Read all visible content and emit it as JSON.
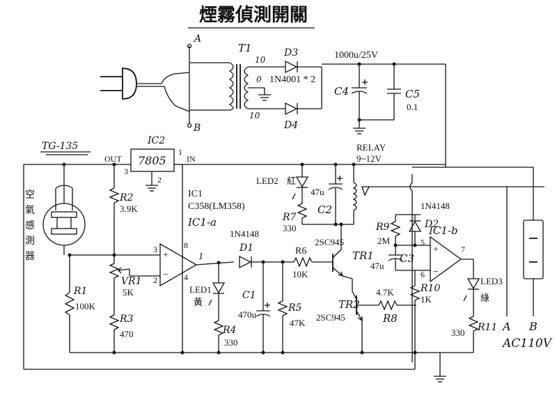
{
  "title": "煙霧偵測開關",
  "colors": {
    "ink": "#111111",
    "paper": "#ffffff"
  },
  "power": {
    "terminal_a": "A",
    "terminal_b": "B",
    "transformer": "T1",
    "tap_top": "10",
    "tap_mid": "0",
    "tap_bot": "10",
    "diode_top": "D3",
    "diode_bot": "D4",
    "diode_part": "1N4001 * 2",
    "cap_main": "1000u/25V",
    "c4": "C4",
    "c5": "C5",
    "c5_value": "0.1"
  },
  "regulator": {
    "sensor_model": "TG-135",
    "ic2": "IC2",
    "part": "7805",
    "out": "OUT",
    "in": "IN",
    "pin1": "1",
    "pin2": "2",
    "pin3": "3"
  },
  "sensor": {
    "label": "空氣感測器"
  },
  "left_network": {
    "r1": "R1",
    "r1_value": "100K",
    "r2": "R2",
    "r2_value": "3.9K",
    "vr1": "VR1",
    "vr1_value": "5K",
    "r3": "R3",
    "r3_value": "470"
  },
  "ic1": {
    "name": "IC1",
    "part": "C358(LM358)",
    "section": "IC1-a",
    "pin_plus": "3",
    "pin_minus": "2",
    "pin_v": "8",
    "pin_gnd": "4",
    "pin_out": "1"
  },
  "mid_network": {
    "d1_part": "1N4148",
    "d1": "D1",
    "led1": "LED1",
    "led1_color": "黃",
    "r4": "R4",
    "r4_value": "330",
    "c1": "C1",
    "c1_value": "470u",
    "r5": "R5",
    "r5_value": "47K",
    "r6": "R6",
    "r6_value": "10K"
  },
  "relay_side": {
    "led2": "LED2",
    "led2_color": "紅",
    "c2_value": "47u",
    "c2": "C2",
    "r7": "R7",
    "r7_value": "330",
    "relay_label": "RELAY",
    "relay_value": "9~12V",
    "tr1_part": "2SC945",
    "tr1": "TR1",
    "tr2": "TR2",
    "tr2_part": "2SC945"
  },
  "right_network": {
    "d2_part": "1N4148",
    "d2": "D2",
    "r9": "R9",
    "r9_value": "2M",
    "c3_value": "47u",
    "c3": "C3",
    "r8": "R8",
    "r8_value": "4.7K",
    "r10": "R10",
    "r10_value": "1K",
    "ic1b": "IC1-b",
    "pin5": "5",
    "pin6": "6",
    "pin7": "7",
    "led3": "LED3",
    "led3_color": "綠",
    "r11": "R11",
    "r11_value": "330"
  },
  "ac_out": {
    "a": "A",
    "b": "B",
    "label": "AC110V"
  }
}
